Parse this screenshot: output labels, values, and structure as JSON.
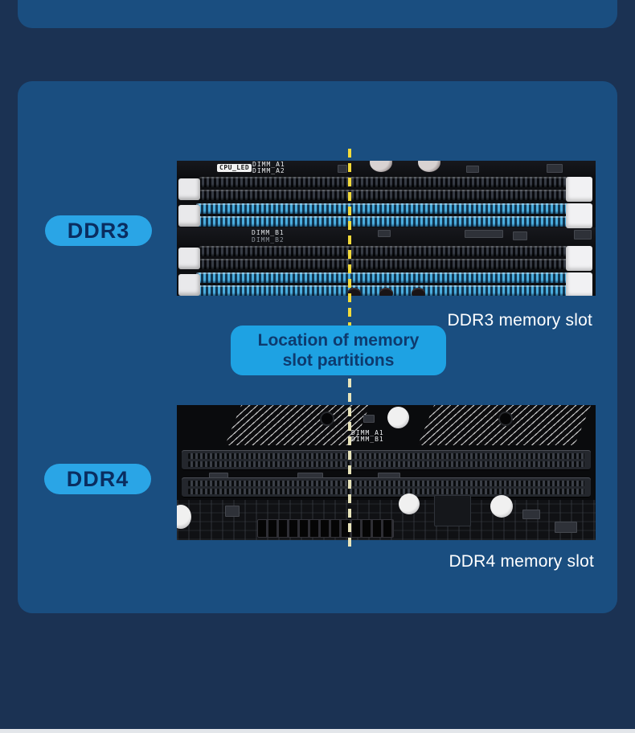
{
  "colors": {
    "background_navy": "#1b3253",
    "panel_blue": "#1a4e80",
    "accent_blue": "#2aa5e6",
    "callout_blue": "#1ea2e3",
    "badge_text_navy": "#0a2d60",
    "dash_yellow": "#f2da3a",
    "dash_pale": "#e9e5bb",
    "caption_white": "#ffffff"
  },
  "badges": {
    "ddr3": "DDR3",
    "ddr4": "DDR4"
  },
  "captions": {
    "ddr3": "DDR3 memory slot",
    "ddr4": "DDR4 memory slot"
  },
  "callout": {
    "line1": "Location of memory",
    "line2": "slot partitions"
  },
  "ddr3_photo": {
    "cpu_led_label": "CPU_LED",
    "dimm_a1": "DIMM_A1",
    "dimm_a2": "DIMM_A2",
    "dimm_b1": "DIMM_B1",
    "dimm_b2": "DIMM_B2"
  },
  "ddr4_photo": {
    "dimm_a1": "DIMM_A1",
    "dimm_b1": "DIMM_B1"
  }
}
